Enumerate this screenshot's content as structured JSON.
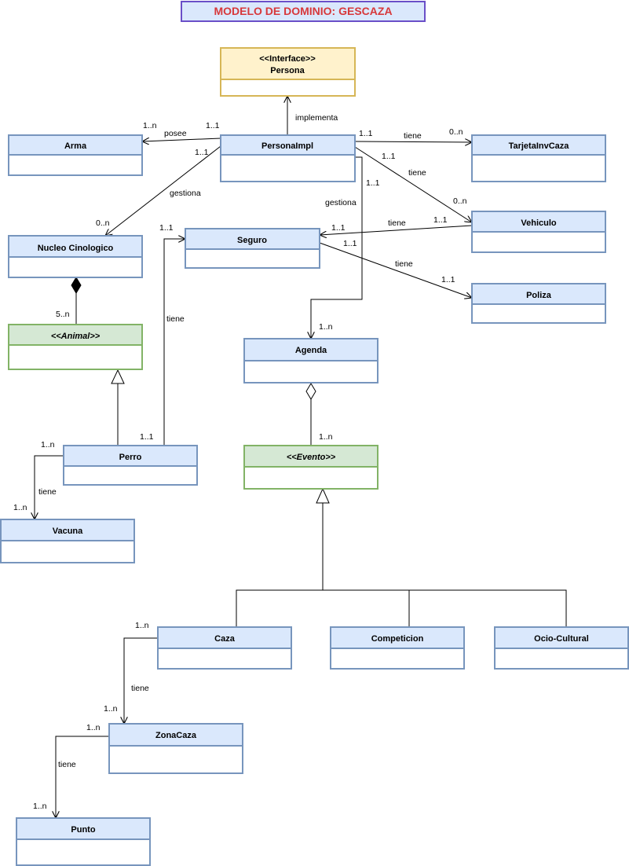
{
  "title": "MODELO DE DOMINIO: GESCAZA",
  "classes": {
    "persona_stereotype": "<<Interface>>",
    "persona": "Persona",
    "personaimpl": "PersonaImpl",
    "arma": "Arma",
    "tarjeta": "TarjetaInvCaza",
    "vehiculo": "Vehiculo",
    "nucleo": "Nucleo Cinologico",
    "seguro": "Seguro",
    "poliza": "Poliza",
    "animal": "<<Animal>>",
    "agenda": "Agenda",
    "perro": "Perro",
    "evento": "<<Evento>>",
    "vacuna": "Vacuna",
    "caza": "Caza",
    "competicion": "Competicion",
    "ocio": "Ocio-Cultural",
    "zonacaza": "ZonaCaza",
    "punto": "Punto"
  },
  "labels": {
    "implementa": "implementa",
    "posee": "posee",
    "arma_mult": "1..n",
    "impl_arma_mult": "1..1",
    "impl_tarjeta_mult": "1..1",
    "tarjeta_tiene": "tiene",
    "tarjeta_mult": "0..n",
    "impl_vehiculo_mult": "1..1",
    "vehiculo_tiene": "tiene",
    "vehiculo_mult": "0..n",
    "impl_nucleo_mult": "1..1",
    "nucleo_gestiona": "gestiona",
    "nucleo_mult": "0..n",
    "impl_agenda_mult": "1..1",
    "agenda_gestiona": "gestiona",
    "agenda_mult": "1..n",
    "seg_veh_mult": "1..1",
    "veh_seg_tiene": "tiene",
    "veh_seg_mult": "1..1",
    "seg_poliza_mult": "1..1",
    "poliza_tiene": "tiene",
    "poliza_mult": "1..1",
    "seguro_perro_mult": "1..1",
    "perro_seguro_tiene": "tiene",
    "perro_seguro_mult": "1..1",
    "animal_mult": "5..n",
    "evento_mult": "1..n",
    "perro_vacuna_mult": "1..n",
    "vacuna_tiene": "tiene",
    "vacuna_mult": "1..n",
    "caza_zona_mult": "1..n",
    "zona_tiene": "tiene",
    "zona_mult": "1..n",
    "zona_punto_mult": "1..n",
    "punto_tiene": "tiene",
    "punto_mult": "1..n"
  }
}
